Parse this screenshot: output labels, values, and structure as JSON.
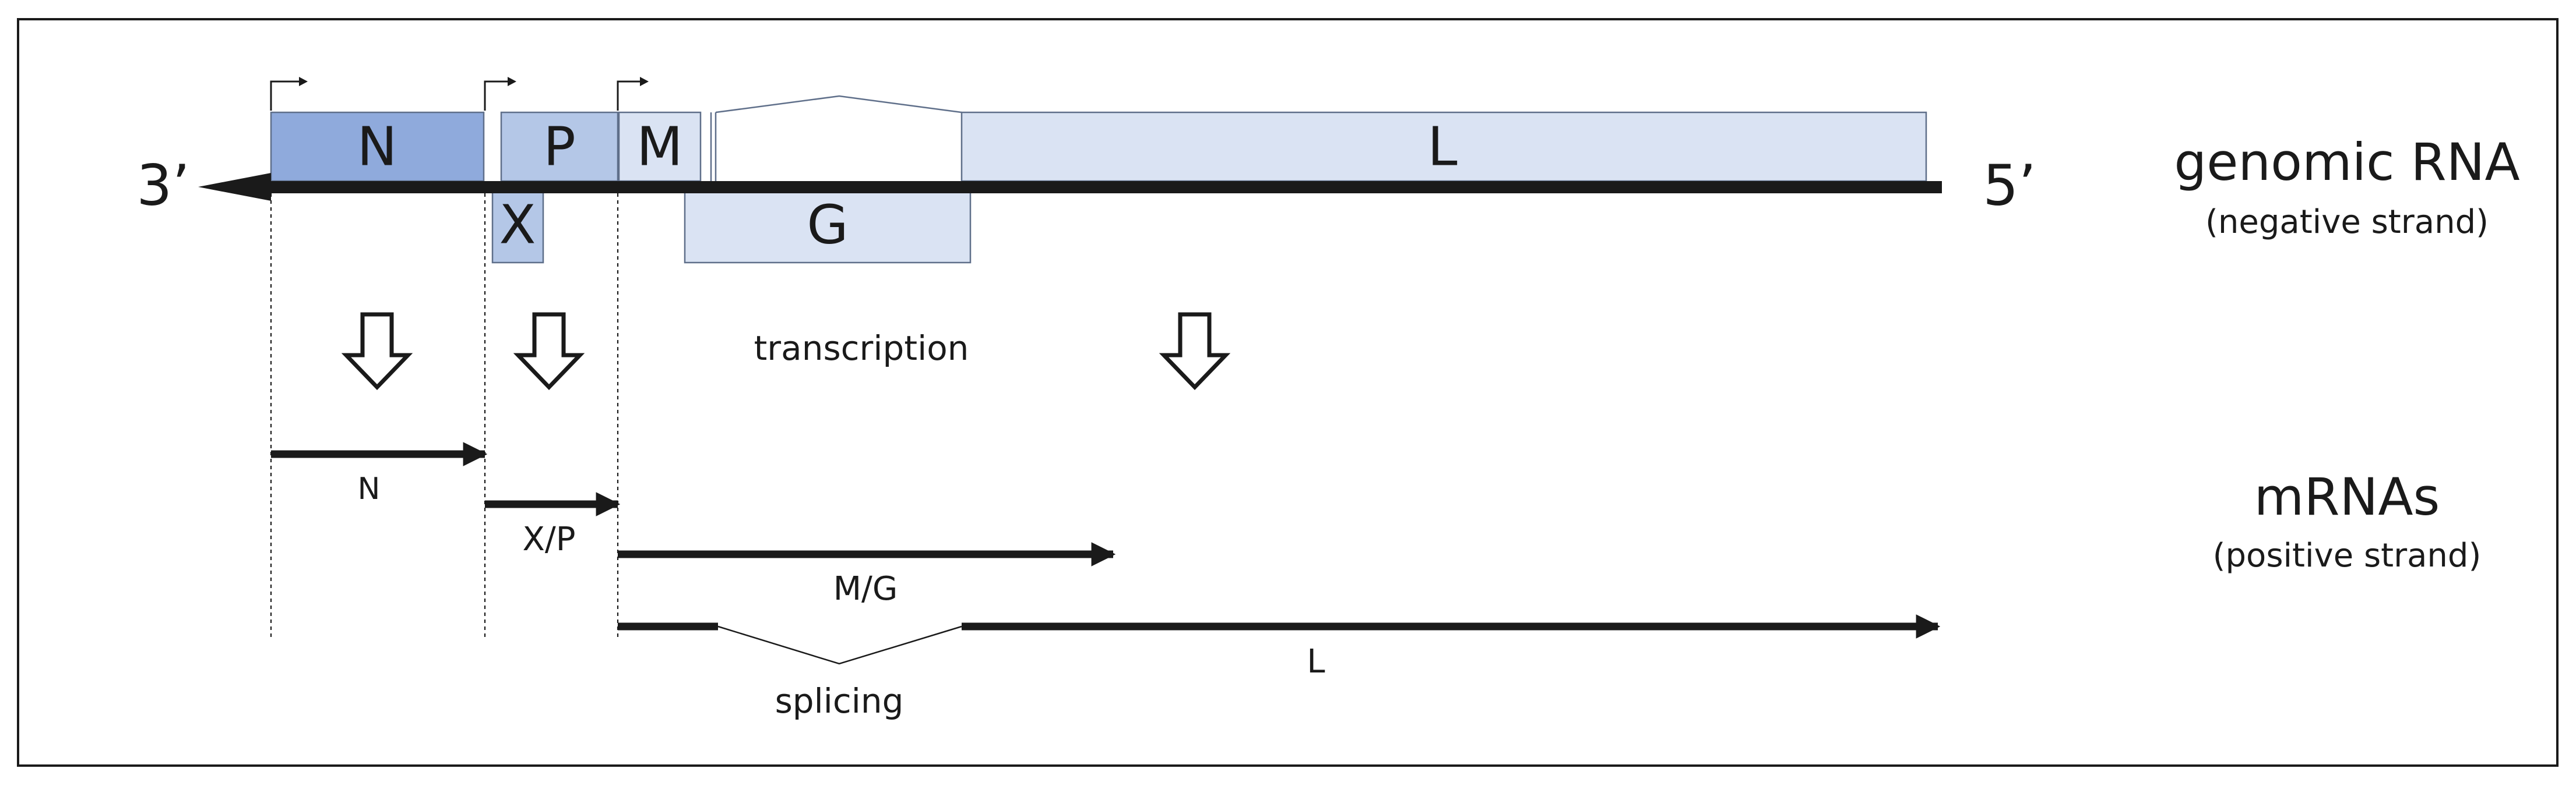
{
  "strands": {
    "left_end": "3’",
    "right_end": "5’"
  },
  "genes": {
    "N": "N",
    "P": "P",
    "M": "M",
    "L": "L",
    "X": "X",
    "G": "G"
  },
  "labels": {
    "genomic_title": "genomic RNA",
    "genomic_sub": "(negative strand)",
    "mrna_title": "mRNAs",
    "mrna_sub": "(positive strand)",
    "transcription": "transcription",
    "splicing": "splicing"
  },
  "mrnas": {
    "n": "N",
    "xp": "X/P",
    "mg": "M/G",
    "l": "L"
  },
  "colors": {
    "gene_n": "#8faadc",
    "gene_p": "#b4c7e7",
    "gene_pale": "#dae3f3",
    "line": "#1a1a1a",
    "frame": "#1a1a1a"
  }
}
